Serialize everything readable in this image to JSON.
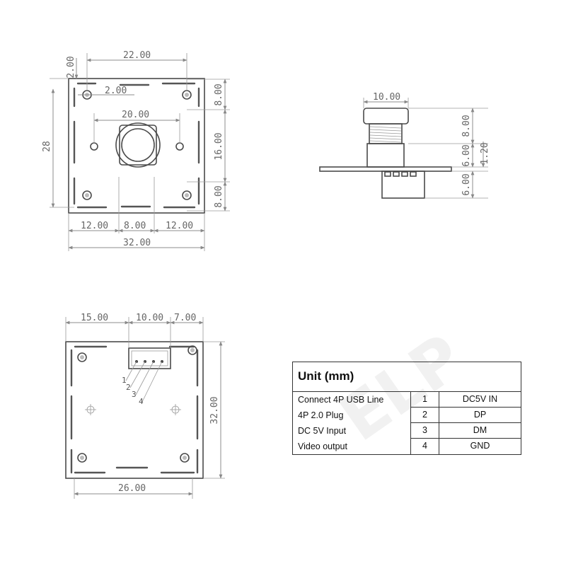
{
  "watermark": "ELP",
  "front_view": {
    "dim_width_top": "22.00",
    "dim_hole_offset": "2.00",
    "dim_offset_vertical": "2.00",
    "dim_inner_width": "20.00",
    "dim_height": "28",
    "dim_right_top": "8.00",
    "dim_right_mid": "16.00",
    "dim_right_bottom": "8.00",
    "dim_bottom_left": "12.00",
    "dim_bottom_mid": "8.00",
    "dim_bottom_right": "12.00",
    "dim_total_width": "32.00"
  },
  "side_view": {
    "dim_lens_width": "10.00",
    "dim_lens_height": "8.00",
    "dim_mount_height": "6.00",
    "dim_board_thickness": "1.20",
    "dim_connector_height": "6.00"
  },
  "back_view": {
    "dim_top_left": "15.00",
    "dim_top_mid": "10.00",
    "dim_top_right": "7.00",
    "dim_height": "32.00",
    "dim_bottom": "26.00",
    "pin_labels": [
      "1",
      "2",
      "3",
      "4"
    ]
  },
  "table": {
    "title": "Unit (mm)",
    "descriptions": [
      "Connect 4P USB Line",
      "4P 2.0 Plug",
      "DC 5V Input",
      "Video output"
    ],
    "pins": [
      {
        "num": "1",
        "fn": "DC5V IN"
      },
      {
        "num": "2",
        "fn": "DP"
      },
      {
        "num": "3",
        "fn": "DM"
      },
      {
        "num": "4",
        "fn": "GND"
      }
    ]
  }
}
